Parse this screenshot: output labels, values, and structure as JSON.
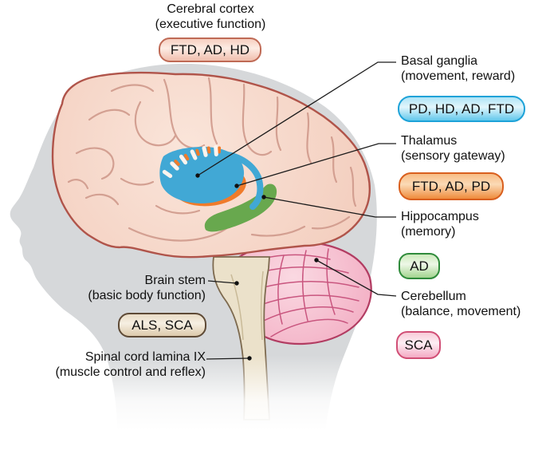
{
  "figure": {
    "type": "brain anatomy diagram",
    "description": "Sagittal human head silhouette with brain regions highlighted and linked to neurodegenerative disease abbreviations"
  },
  "regions": [
    {
      "id": "cerebral-cortex",
      "name": "Cerebral cortex",
      "function": "(executive function)",
      "diseases": "FTD, AD, HD",
      "badge_colors": {
        "border": "#bf6a55",
        "top": "#f6cfc0",
        "mid": "#fdece4",
        "bottom": "#f0bead"
      }
    },
    {
      "id": "basal-ganglia",
      "name": "Basal ganglia",
      "function": "(movement, reward)",
      "diseases": "PD, HD, AD, FTD",
      "badge_colors": {
        "border": "#1da2d8",
        "top": "#aee4f6",
        "mid": "#e2f6fc",
        "bottom": "#62c8ec"
      }
    },
    {
      "id": "thalamus",
      "name": "Thalamus",
      "function": "(sensory gateway)",
      "diseases": "FTD, AD, PD",
      "badge_colors": {
        "border": "#d95f1e",
        "top": "#f8bc84",
        "mid": "#fbdab6",
        "bottom": "#ef8c3c"
      }
    },
    {
      "id": "hippocampus",
      "name": "Hippocampus",
      "function": "(memory)",
      "diseases": "AD",
      "badge_colors": {
        "border": "#2f8b3b",
        "top": "#cdeabc",
        "mid": "#eef8e7",
        "bottom": "#a3d48f"
      }
    },
    {
      "id": "cerebellum",
      "name": "Cerebellum",
      "function": "(balance, movement)",
      "diseases": "SCA",
      "badge_colors": {
        "border": "#d14f76",
        "top": "#f8ccd9",
        "mid": "#fdeef3",
        "bottom": "#f4aac4"
      }
    },
    {
      "id": "brain-stem",
      "name": "Brain stem",
      "function": "(basic body function)",
      "diseases": "ALS, SCA",
      "badge_colors": {
        "border": "#5e4a36",
        "top": "#e9dcc6",
        "mid": "#f6efe2",
        "bottom": "#dcc9ab"
      }
    },
    {
      "id": "spinal-cord",
      "name": "Spinal cord lamina IX",
      "function": "(muscle control and reflex)",
      "diseases": null
    }
  ],
  "anatomy_colors": {
    "silhouette": "#d6d8da",
    "brain_fill_light": "#fae5da",
    "brain_fill_dark": "#f3cdbd",
    "brain_outline": "#b0544a",
    "sulci": "#d09a8c",
    "basal_ganglia": "#41a8d5",
    "thalamus": "#f07b2a",
    "hippocampus": "#68a84e",
    "striation_white": "#fdf4ee",
    "cerebellum_light": "#fad9e2",
    "cerebellum_fill": "#f3b0c5",
    "cerebellum_outline": "#b23c62",
    "cerebellum_lines": "#c9567f",
    "brainstem_fill": "#ebe1ca",
    "brainstem_outline": "#7d6a4f",
    "brainstem_inner": "#c9ba98",
    "leader_line": "#1b1b1b",
    "dot": "#111111"
  }
}
